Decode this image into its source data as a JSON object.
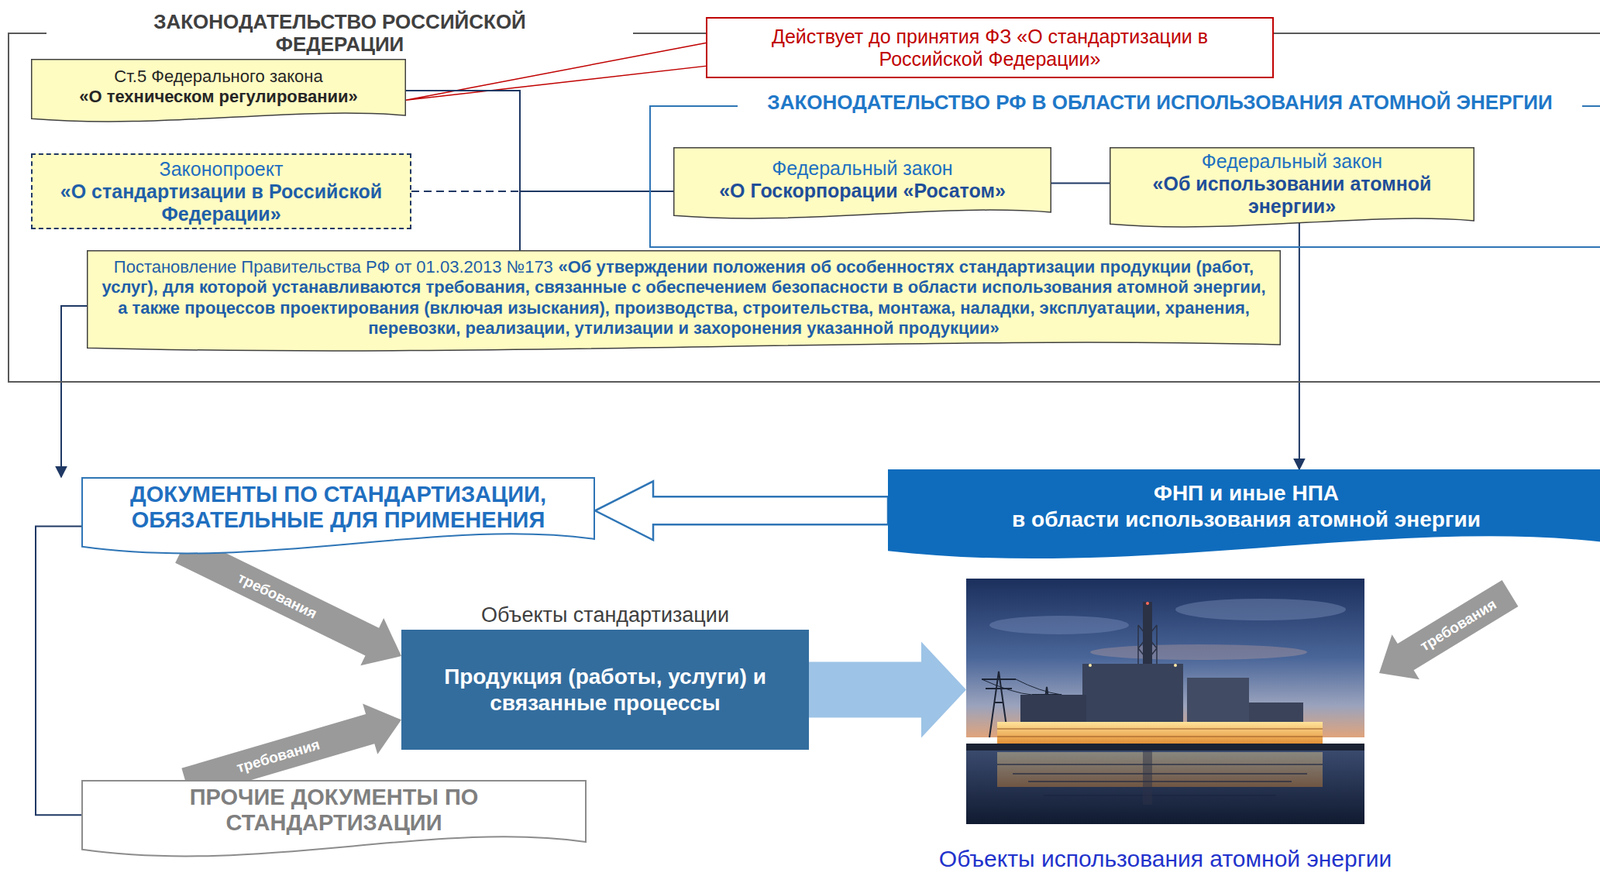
{
  "diagram": {
    "nodes": [
      {
        "text": [
          "ЗАКОНОДАТЕЛЬСТВО РОССИЙСКОЙ ФЕДЕРАЦИИ"
        ]
      },
      {
        "text": [
          "Действует до принятия ФЗ «О стандартизации в Российской Федерации»"
        ]
      },
      {
        "text": [
          "Ст.5 Федерального закона",
          "«О техническом регулировании»"
        ],
        "in": 0
      },
      {
        "text": [
          "Законопроект",
          "«О стандартизации в Российской Федерации»"
        ],
        "in": 0
      },
      {
        "text": [
          "ЗАКОНОДАТЕЛЬСТВО РФ В ОБЛАСТИ ИСПОЛЬЗОВАНИЯ АТОМНОЙ ЭНЕРГИИ"
        ],
        "in": 0
      },
      {
        "text": [
          "Федеральный закон",
          "«О Госкорпорации «Росатом»"
        ],
        "in": 4
      },
      {
        "text": [
          "Федеральный закон",
          "«Об использовании атомной энергии»"
        ],
        "in": 4
      },
      {
        "text": [
          "Постановление Правительства РФ от 01.03.2013 №173",
          "«Об утверждении положения об особенностях стандартизации продукции (работ, услуг), для которой устанавливаются требования, связанные с обеспечением безопасности в области использования атомной энергии, а также процессов проектирования (включая изыскания), производства, строительства, монтажа, наладки, эксплуатации, хранения, перевозки, реализации, утилизации и захоронения указанной продукции»"
        ],
        "in": 0
      },
      {
        "text": [
          "ДОКУМЕНТЫ ПО СТАНДАРТИЗАЦИИ, ОБЯЗАТЕЛЬНЫЕ ДЛЯ ПРИМЕНЕНИЯ"
        ]
      },
      {
        "text": [
          "ФНП и иные НПА",
          "в области использования атомной энергии"
        ]
      },
      {
        "text": [
          "Объекты стандартизации",
          "Продукция (работы, услуги) и связанные процессы"
        ]
      },
      {
        "text": [
          "Объекты использования атомной энергии"
        ]
      },
      {
        "text": [
          "ПРОЧИЕ ДОКУМЕНТЫ ПО СТАНДАРТИЗАЦИИ"
        ]
      }
    ],
    "edges": [
      {
        "from": 1,
        "to": 2,
        "arrow": "none"
      },
      {
        "from": 2,
        "to": 7,
        "arrow": "none"
      },
      {
        "from": 3,
        "to": 7,
        "arrow": "none"
      },
      {
        "from": 5,
        "to": 7,
        "arrow": "none"
      },
      {
        "from": 5,
        "to": 6,
        "arrow": "none"
      },
      {
        "from": 6,
        "to": 9,
        "arrow": "to"
      },
      {
        "from": 7,
        "to": 8,
        "arrow": "to"
      },
      {
        "from": 9,
        "to": 8,
        "arrow": "to"
      },
      {
        "from": 8,
        "to": 12,
        "arrow": "none"
      },
      {
        "from": 8,
        "to": 10,
        "label": "требования",
        "arrow": "to"
      },
      {
        "from": 12,
        "to": 10,
        "label": "требования",
        "arrow": "to"
      },
      {
        "from": 10,
        "to": 11,
        "arrow": "to"
      }
    ],
    "labels": [
      "требования"
    ]
  }
}
